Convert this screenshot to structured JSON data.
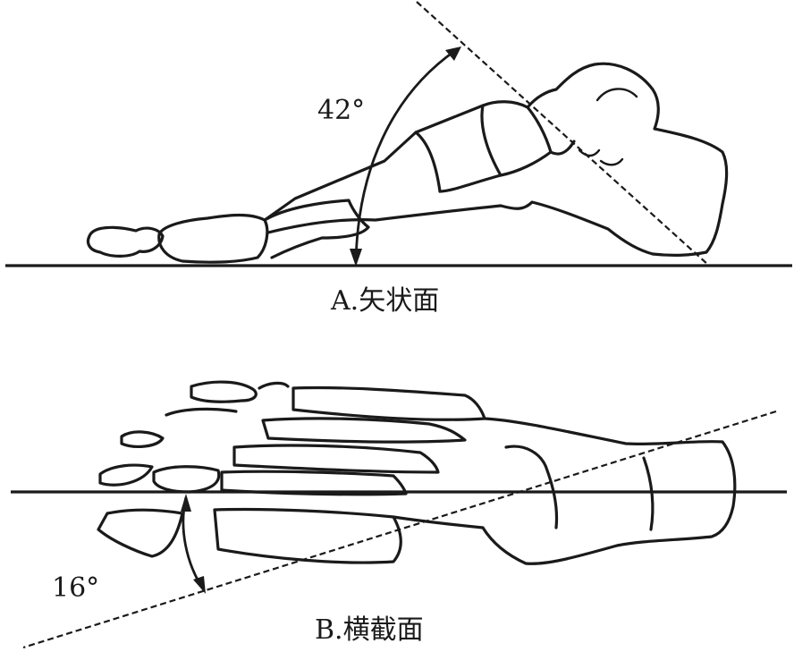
{
  "panels": {
    "sagittal": {
      "angle_label": "42°",
      "caption": "A.矢状面"
    },
    "transverse": {
      "angle_label": "16°",
      "caption": "B.横截面"
    }
  }
}
